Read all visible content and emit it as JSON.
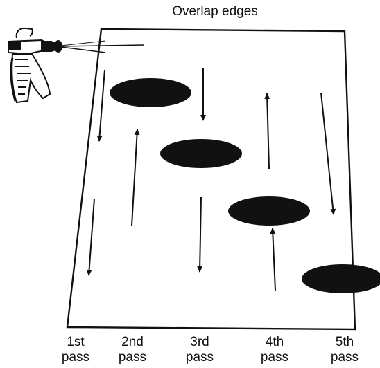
{
  "diagram": {
    "title": "Overlap edges",
    "passes": [
      {
        "line1": "1st",
        "line2": "pass"
      },
      {
        "line1": "2nd",
        "line2": "pass"
      },
      {
        "line1": "3rd",
        "line2": "pass"
      },
      {
        "line1": "4th",
        "line2": "pass"
      },
      {
        "line1": "5th",
        "line2": "pass"
      }
    ],
    "colors": {
      "ink": "#111111",
      "background": "#ffffff"
    },
    "icons": [
      "spray-gun-icon"
    ]
  }
}
